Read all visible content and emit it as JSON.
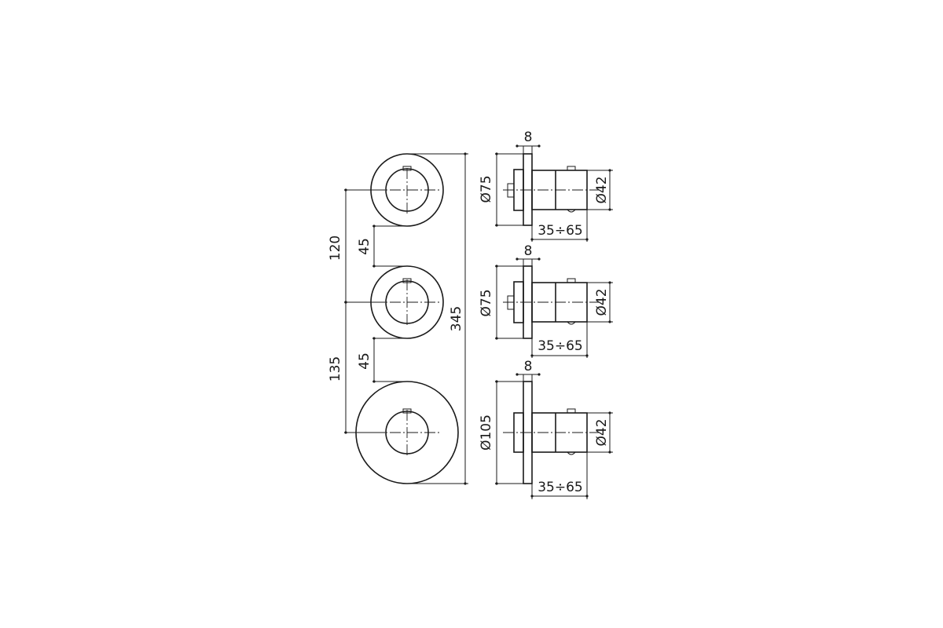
{
  "front_view": {
    "spacing_top": "120",
    "spacing_bottom": "135",
    "gap_top": "45",
    "gap_bottom": "45",
    "overall_height": "345"
  },
  "side_views": [
    {
      "plate_thickness": "8",
      "plate_diameter": "Ø75",
      "knob_diameter": "Ø42",
      "depth_range": "35÷65"
    },
    {
      "plate_thickness": "8",
      "plate_diameter": "Ø75",
      "knob_diameter": "Ø42",
      "depth_range": "35÷65"
    },
    {
      "plate_thickness": "8",
      "plate_diameter": "Ø105",
      "knob_diameter": "Ø42",
      "depth_range": "35÷65"
    }
  ]
}
